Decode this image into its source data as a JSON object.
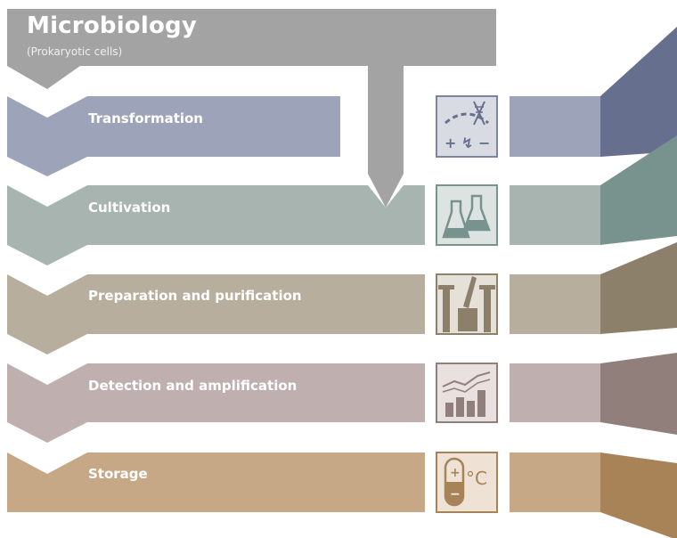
{
  "header": {
    "title": "Microbiology",
    "subtitle": "(Prokaryotic cells)"
  },
  "steps": [
    {
      "label": "Transformation",
      "icon": "electroporation-dna-icon",
      "color": "#9da3b8",
      "dark": "#66708e"
    },
    {
      "label": "Cultivation",
      "icon": "flasks-icon",
      "color": "#a8b4b0",
      "dark": "#78928e"
    },
    {
      "label": "Preparation and purification",
      "icon": "tubes-pipette-icon",
      "color": "#b7ae9d",
      "dark": "#8c806a"
    },
    {
      "label": "Detection and amplification",
      "icon": "bar-chart-trend-icon",
      "color": "#bfafaf",
      "dark": "#917f7b"
    },
    {
      "label": "Storage",
      "icon": "thermometer-celsius-icon",
      "color": "#c6a886",
      "dark": "#a88358"
    }
  ],
  "icons": {
    "electroporation_text": "+ ↯ −",
    "celsius_text": "°C",
    "plus": "+",
    "minus": "−"
  },
  "header_color": "#a3a3a3"
}
